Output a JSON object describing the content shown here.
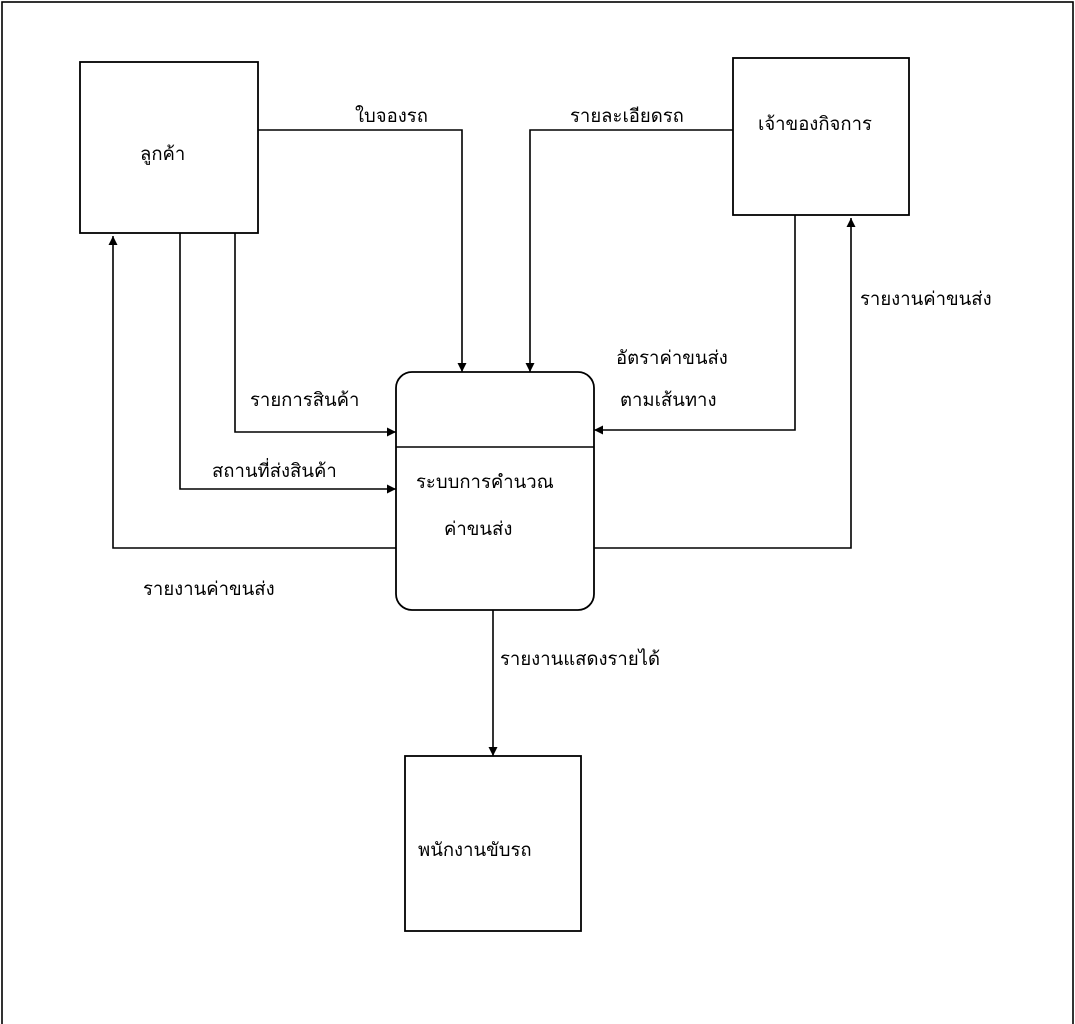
{
  "diagram": {
    "entities": {
      "customer": "ลูกค้า",
      "owner": "เจ้าของกิจการ",
      "driver": "พนักงานขับรถ"
    },
    "process": {
      "line1": "ระบบการคำนวณ",
      "line2": "ค่าขนส่ง"
    },
    "flows": {
      "booking": "ใบจองรถ",
      "vehicle_details": "รายละเอียดรถ",
      "product_list": "รายการสินค้า",
      "delivery_location": "สถานที่ส่งสินค้า",
      "rate_line1": "อัตราค่าขนส่ง",
      "rate_line2": "ตามเส้นทาง",
      "report_to_owner": "รายงานค่าขนส่ง",
      "report_to_customer": "รายงานค่าขนส่ง",
      "income_report": "รายงานแสดงรายได้"
    }
  }
}
